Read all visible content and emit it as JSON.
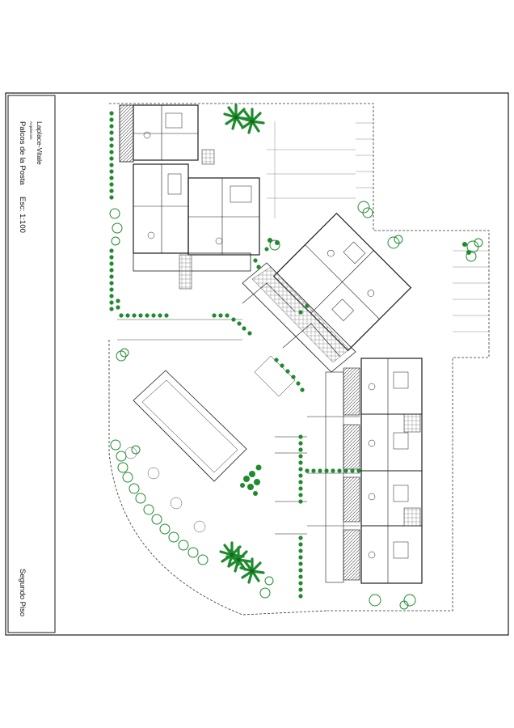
{
  "title_block": {
    "firm": "Laplace-Vitale",
    "firm_subtitle": "Arquitectos",
    "project": "Palcos de la Posta",
    "scale": "Esc: 1:100",
    "sheet_name": "Segundo  Piso"
  },
  "colors": {
    "line": "#1a1a1a",
    "tree": "#1f8a2e",
    "tree_dark": "#0f6a1c",
    "hatch": "#333333"
  },
  "icons": [
    "palm-tree-icon",
    "shrub-icon",
    "hedge-dot-icon"
  ]
}
